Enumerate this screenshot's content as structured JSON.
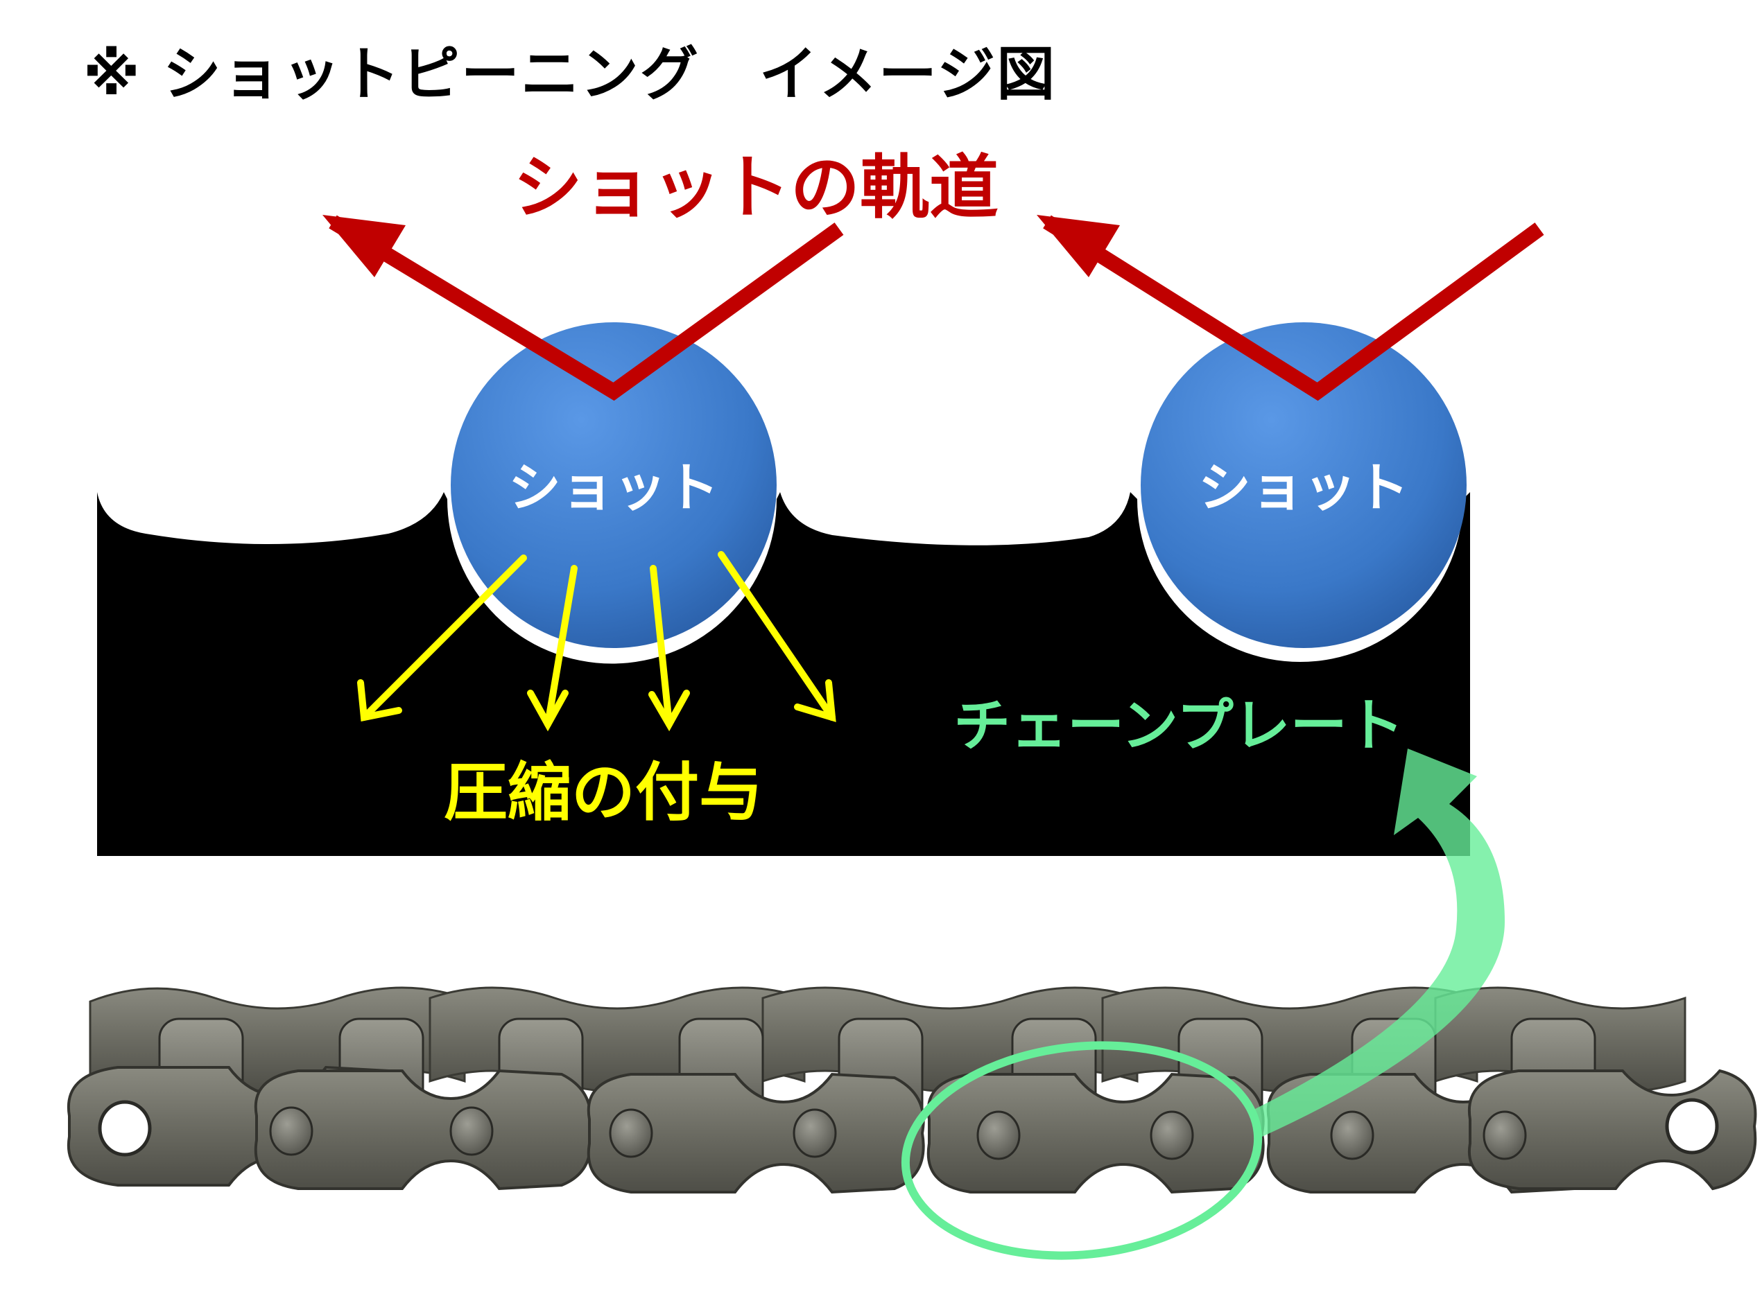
{
  "title": "※ ショットピーニング　イメージ図",
  "labels": {
    "trajectory": "ショットの軌道",
    "shot": "ショット",
    "compression": "圧縮の付与",
    "chain_plate": "チェーンプレート"
  },
  "colors": {
    "trajectory_red": "#c00000",
    "shot_blue": "#3a78c8",
    "compression_yellow": "#ffff00",
    "chain_plate_green": "#66ee99",
    "plate_black": "#000000",
    "chain_metal": "#6b6b62"
  },
  "shots": [
    {
      "label": "ショット"
    },
    {
      "label": "ショット"
    }
  ]
}
